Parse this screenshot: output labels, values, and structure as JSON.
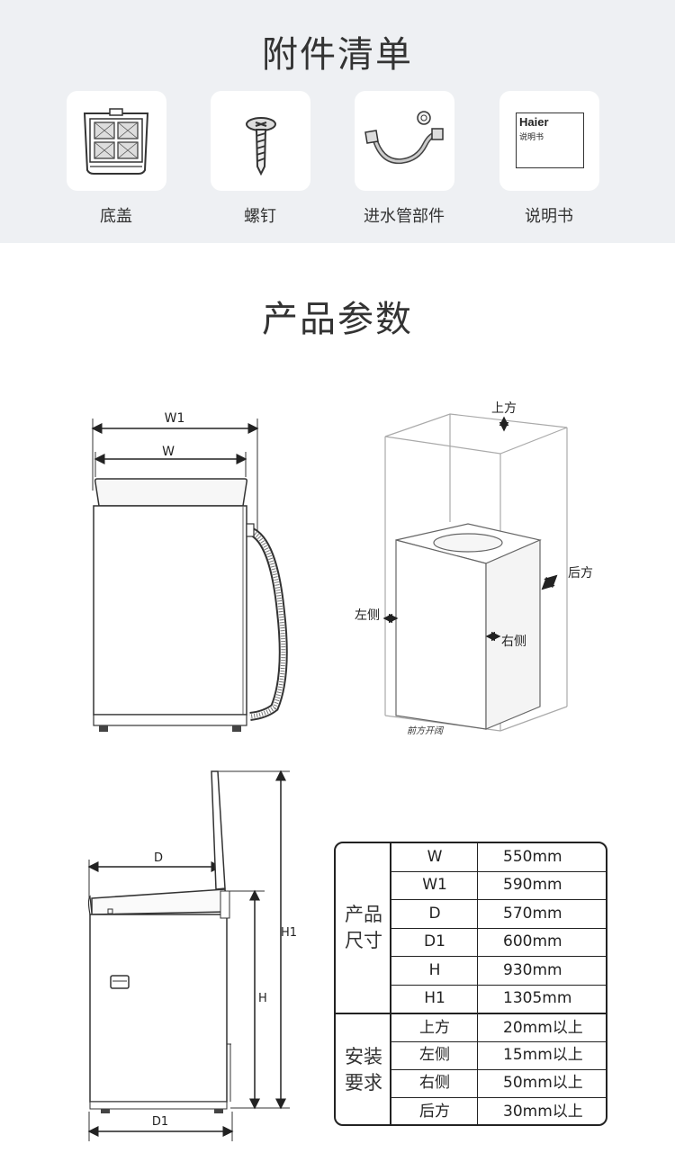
{
  "accessories": {
    "title": "附件清单",
    "items": [
      {
        "label": "底盖",
        "icon": "bottom-cover-icon"
      },
      {
        "label": "螺钉",
        "icon": "screw-icon"
      },
      {
        "label": "进水管部件",
        "icon": "inlet-hose-icon"
      },
      {
        "label": "说明书",
        "icon": "manual-icon"
      }
    ],
    "manual_brand": "Haier",
    "manual_text": "说明书"
  },
  "params": {
    "title": "产品参数"
  },
  "diagram_front": {
    "w1": "W1",
    "w": "W"
  },
  "diagram_install": {
    "top": "上方",
    "back": "后方",
    "left": "左侧",
    "right": "右侧",
    "front": "前方开阔"
  },
  "diagram_side": {
    "d": "D",
    "d1": "D1",
    "h": "H",
    "h1": "H1"
  },
  "spec_table": {
    "group1": "产品尺寸",
    "group2": "安装要求",
    "rows": [
      {
        "key": "W",
        "value": "550mm"
      },
      {
        "key": "W1",
        "value": "590mm"
      },
      {
        "key": "D",
        "value": "570mm"
      },
      {
        "key": "D1",
        "value": "600mm"
      },
      {
        "key": "H",
        "value": "930mm"
      },
      {
        "key": "H1",
        "value": "1305mm"
      },
      {
        "key": "上方",
        "value": "20mm以上"
      },
      {
        "key": "左侧",
        "value": "15mm以上"
      },
      {
        "key": "右侧",
        "value": "50mm以上"
      },
      {
        "key": "后方",
        "value": "30mm以上"
      }
    ]
  }
}
